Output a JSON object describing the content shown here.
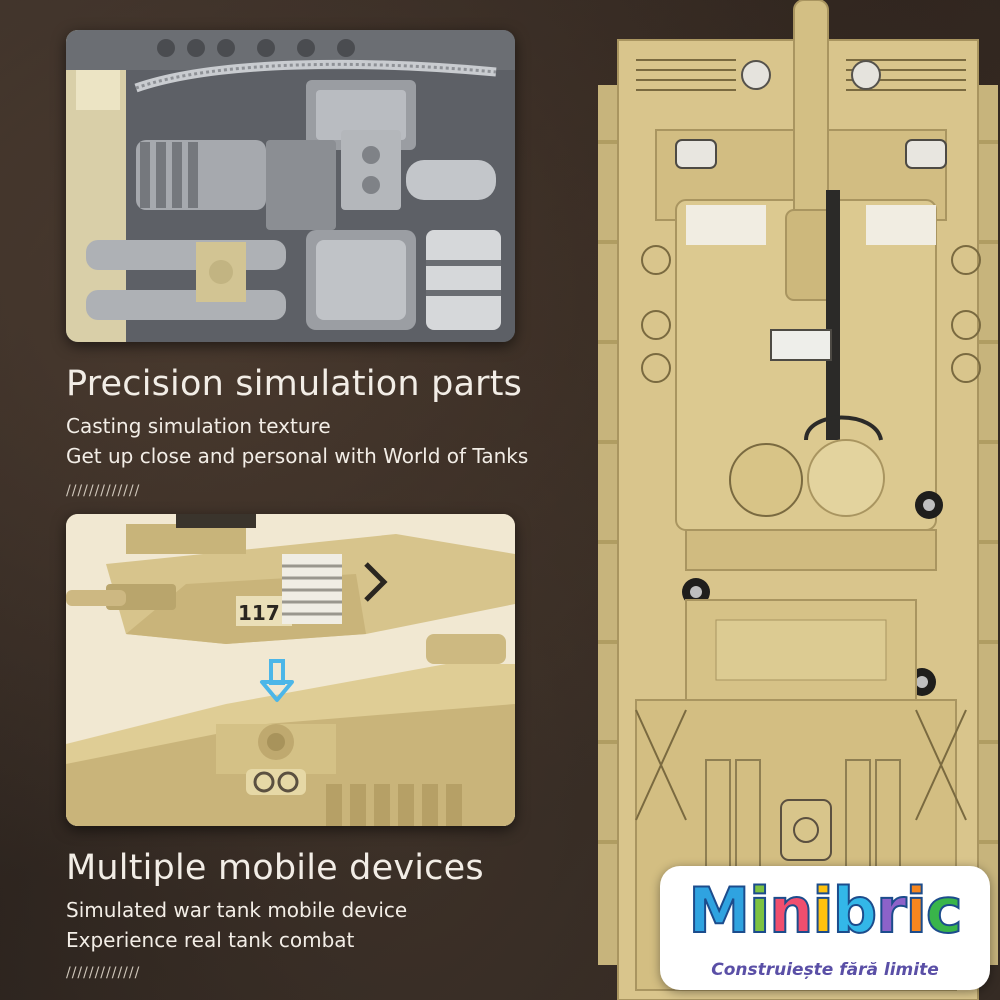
{
  "section_one": {
    "heading": "Precision simulation parts",
    "line1": "Casting simulation texture",
    "line2": "Get up close and personal with World of Tanks",
    "divider": "/////////////"
  },
  "section_two": {
    "heading": "Multiple mobile devices",
    "line1": "Simulated war tank mobile device",
    "line2": "Experience real tank combat",
    "divider": "/////////////"
  },
  "hull_photo": {
    "turret_number": "117",
    "arrow_color": "#4cb6e8"
  },
  "logo": {
    "letters": [
      "M",
      "i",
      "n",
      "i",
      "b",
      "r",
      "i",
      "c"
    ],
    "letter_colors": [
      "#2fa3e0",
      "#7cc242",
      "#f04e6e",
      "#ffc20e",
      "#33b7e8",
      "#8d62c9",
      "#f6861f",
      "#39b54a"
    ],
    "tagline": "Construiește fără limite"
  },
  "colors": {
    "tank_tan": "#d9c58c",
    "tank_shadow": "#a99560",
    "metal_gray": "#8a8c90"
  }
}
